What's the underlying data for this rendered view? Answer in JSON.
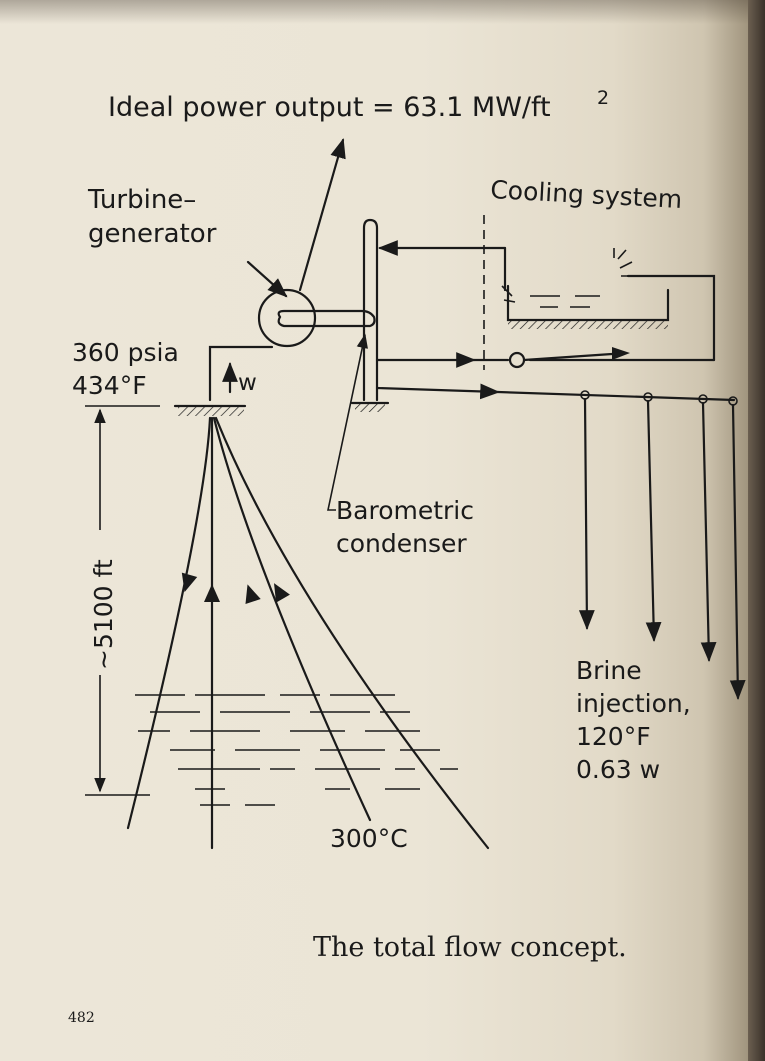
{
  "diagram": {
    "power_output_label": "Ideal power output = 63.1 MW/ft",
    "power_output_exp": "2",
    "turbine_label_line1": "Turbine–",
    "turbine_label_line2": "generator",
    "cooling_label": "Cooling system",
    "wellhead_pressure": "360 psia",
    "wellhead_temp": "434°F",
    "flow_label": "w",
    "depth_label": "~5100 ft",
    "condenser_line1": "Barometric",
    "condenser_line2": "condenser",
    "brine_line1": "Brine",
    "brine_line2": "injection,",
    "brine_line3": "120°F",
    "brine_line4": "0.63 w",
    "reservoir_temp": "300°C"
  },
  "caption": "The total flow concept.",
  "page_number": "482"
}
